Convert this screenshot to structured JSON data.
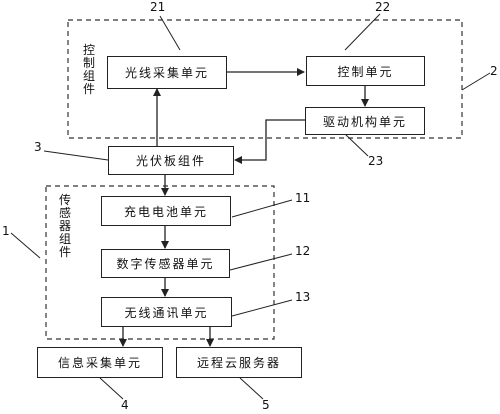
{
  "control_group": {
    "label": "控制组件",
    "number": "2",
    "units": {
      "light_collect": {
        "label": "光线采集单元",
        "number": "21"
      },
      "control": {
        "label": "控制单元",
        "number": "22"
      },
      "drive": {
        "label": "驱动机构单元",
        "number": "23"
      }
    }
  },
  "pv_panel": {
    "label": "光伏板组件",
    "number": "3"
  },
  "sensor_group": {
    "label": "传感器组件",
    "number": "1",
    "units": {
      "battery": {
        "label": "充电电池单元",
        "number": "11"
      },
      "digital_sensor": {
        "label": "数字传感器单元",
        "number": "12"
      },
      "wireless": {
        "label": "无线通讯单元",
        "number": "13"
      }
    }
  },
  "info_collect": {
    "label": "信息采集单元",
    "number": "4"
  },
  "cloud_server": {
    "label": "远程云服务器",
    "number": "5"
  }
}
